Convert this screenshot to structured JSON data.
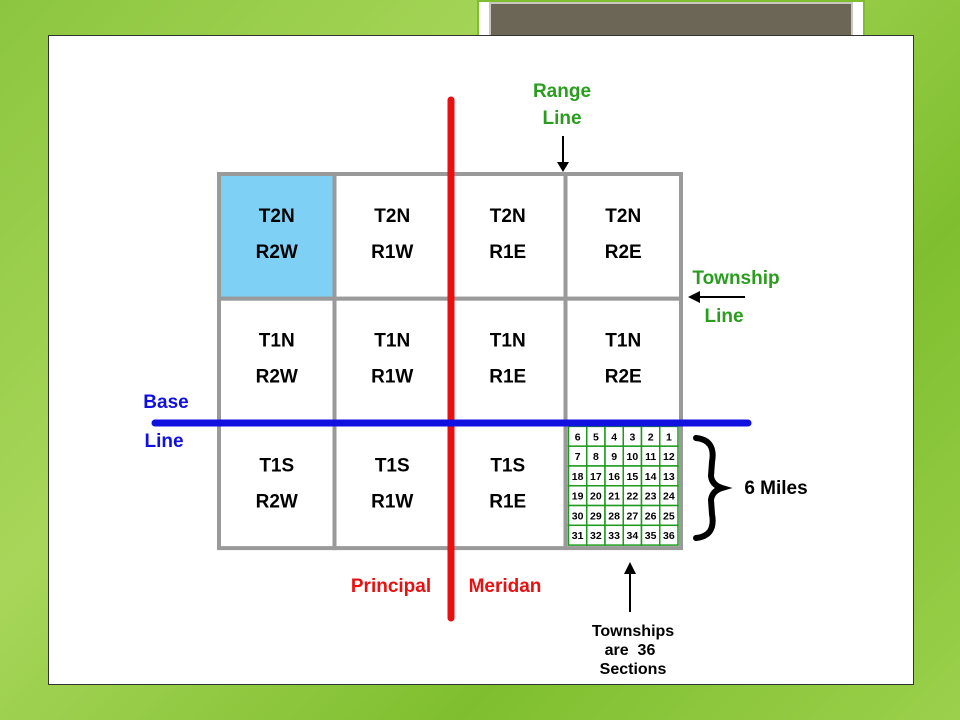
{
  "grid": {
    "cells": [
      [
        {
          "t": "T2N",
          "r": "R2W",
          "highlight": true
        },
        {
          "t": "T2N",
          "r": "R1W"
        },
        {
          "t": "T2N",
          "r": "R1E"
        },
        {
          "t": "T2N",
          "r": "R2E"
        }
      ],
      [
        {
          "t": "T1N",
          "r": "R2W"
        },
        {
          "t": "T1N",
          "r": "R1W"
        },
        {
          "t": "T1N",
          "r": "R1E"
        },
        {
          "t": "T1N",
          "r": "R2E"
        }
      ],
      [
        {
          "t": "T1S",
          "r": "R2W"
        },
        {
          "t": "T1S",
          "r": "R1W"
        },
        {
          "t": "T1S",
          "r": "R1E"
        },
        null
      ]
    ],
    "sections": [
      [
        "6",
        "5",
        "4",
        "3",
        "2",
        "1"
      ],
      [
        "7",
        "8",
        "9",
        "10",
        "11",
        "12"
      ],
      [
        "18",
        "17",
        "16",
        "15",
        "14",
        "13"
      ],
      [
        "19",
        "20",
        "21",
        "22",
        "23",
        "24"
      ],
      [
        "30",
        "29",
        "28",
        "27",
        "26",
        "25"
      ],
      [
        "31",
        "32",
        "33",
        "34",
        "35",
        "36"
      ]
    ]
  },
  "labels": {
    "range_line": [
      "Range",
      "Line"
    ],
    "township_line": [
      "Township",
      "Line"
    ],
    "base_line": [
      "Base",
      "Line"
    ],
    "principal": "Principal",
    "meridian": "Meridan",
    "six_miles": "6 Miles",
    "townships_note": [
      "Townships",
      "are  36",
      "Sections"
    ]
  },
  "colors": {
    "green_label": "#2a9d1f",
    "blue_line": "#1010e0",
    "red_line": "#e81010",
    "highlight": "#7fd0f5",
    "grid": "#9a9a9a",
    "section_grid": "#1d9a1d"
  }
}
